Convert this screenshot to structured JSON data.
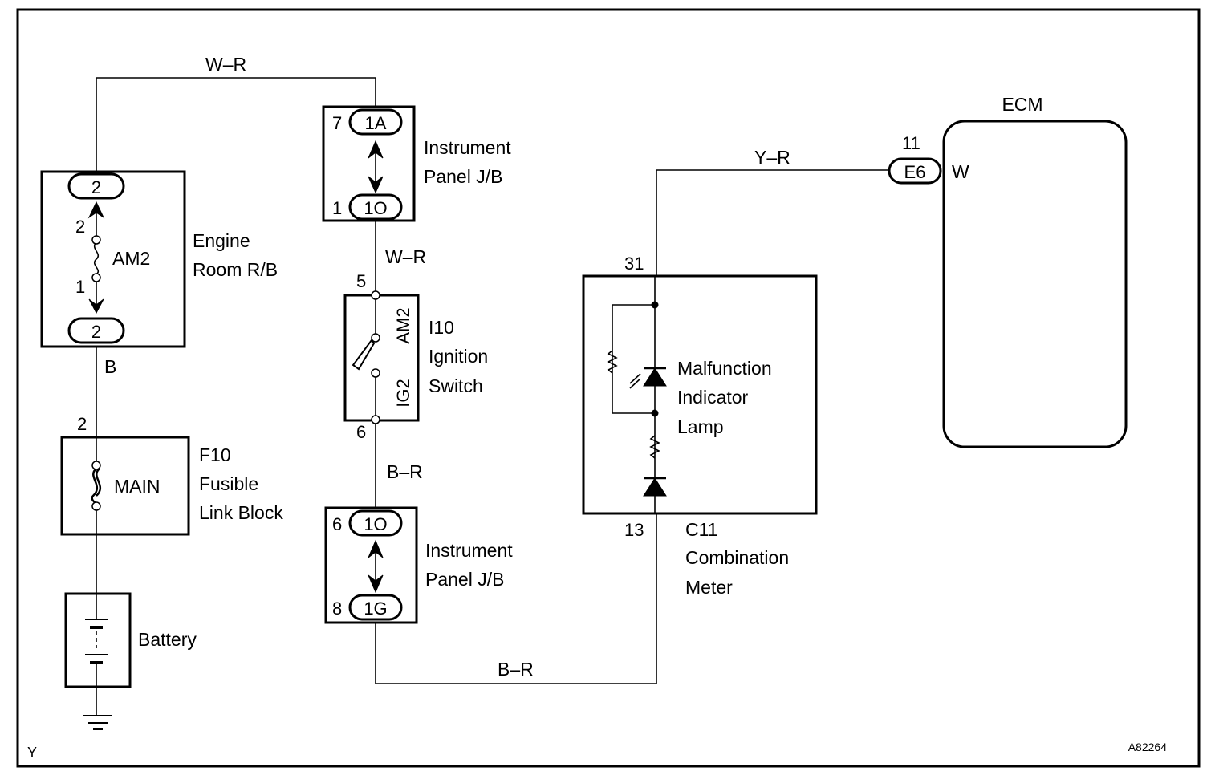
{
  "diagram": {
    "figure_id": "A82264",
    "corner_mark": "Y",
    "wires": {
      "top": "W–R",
      "ipjb_to_switch": "W–R",
      "switch_to_ipjb": "B–R",
      "bottom": "B–R",
      "to_ecm": "Y–R",
      "engine_to_fuse": "B"
    },
    "engine_room_rb": {
      "name_line1": "Engine",
      "name_line2": "Room R/B",
      "connector_top": "2",
      "connector_bottom": "2",
      "fuse": "AM2",
      "fuse_pin_top": "2",
      "fuse_pin_bottom": "1"
    },
    "fusible_link": {
      "code": "F10",
      "name_line1": "Fusible",
      "name_line2": "Link Block",
      "pin": "2",
      "fuse": "MAIN"
    },
    "battery": {
      "name": "Battery"
    },
    "ipjb_upper": {
      "name_line1": "Instrument",
      "name_line2": "Panel J/B",
      "conn_top": "1A",
      "pin_top": "7",
      "conn_bottom": "1O",
      "pin_bottom": "1"
    },
    "ignition_switch": {
      "code": "I10",
      "name_line1": "Ignition",
      "name_line2": "Switch",
      "terminal_top": "AM2",
      "terminal_bottom": "IG2",
      "pin_top": "5",
      "pin_bottom": "6"
    },
    "ipjb_lower": {
      "name_line1": "Instrument",
      "name_line2": "Panel J/B",
      "conn_top": "1O",
      "pin_top": "6",
      "conn_bottom": "1G",
      "pin_bottom": "8"
    },
    "combination_meter": {
      "code": "C11",
      "name_line1": "Combination",
      "name_line2": "Meter",
      "pin_top": "31",
      "pin_bottom": "13",
      "lamp_line1": "Malfunction",
      "lamp_line2": "Indicator",
      "lamp_line3": "Lamp"
    },
    "ecm": {
      "name": "ECM",
      "connector": "E6",
      "pin": "11",
      "terminal": "W"
    }
  }
}
